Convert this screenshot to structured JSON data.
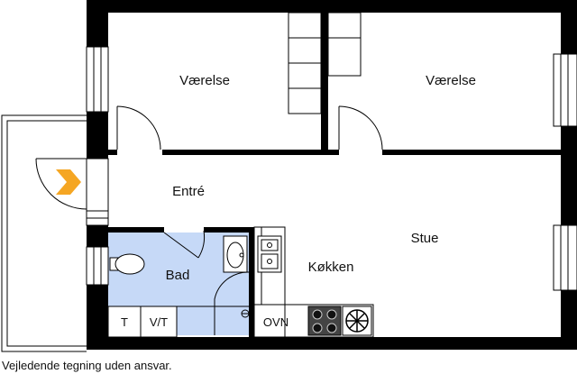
{
  "rooms": {
    "bedroom_left": "Værelse",
    "bedroom_right": "Værelse",
    "entrance": "Entré",
    "living_room": "Stue",
    "kitchen": "Køkken",
    "bathroom": "Bad"
  },
  "fixtures": {
    "toilet_box": "T",
    "washer_dryer_box": "V/T",
    "oven": "OVN"
  },
  "disclaimer": "Vejledende tegning uden ansvar.",
  "colors": {
    "wall": "#000000",
    "bathroom_floor": "#c6d9f7",
    "entrance_arrow": "#f5a623"
  }
}
